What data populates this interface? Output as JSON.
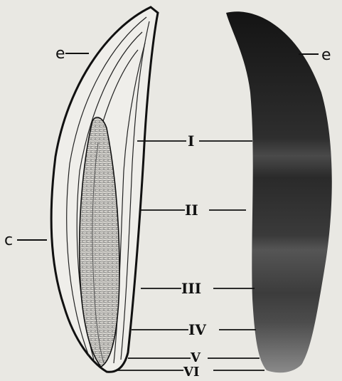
{
  "figure": {
    "background": "#e9e8e3",
    "ink_color": "#141414",
    "photo_color": "#2a2a2a",
    "left_panel": {
      "labels": {
        "tip": "e",
        "side": "c"
      }
    },
    "right_panel": {
      "labels": {
        "tip": "e"
      }
    },
    "zones": [
      {
        "id": "1",
        "label": "I"
      },
      {
        "id": "2",
        "label": "II"
      },
      {
        "id": "3",
        "label": "III"
      },
      {
        "id": "4",
        "label": "IV"
      },
      {
        "id": "5",
        "label": "V"
      },
      {
        "id": "6",
        "label": "VI"
      }
    ]
  }
}
